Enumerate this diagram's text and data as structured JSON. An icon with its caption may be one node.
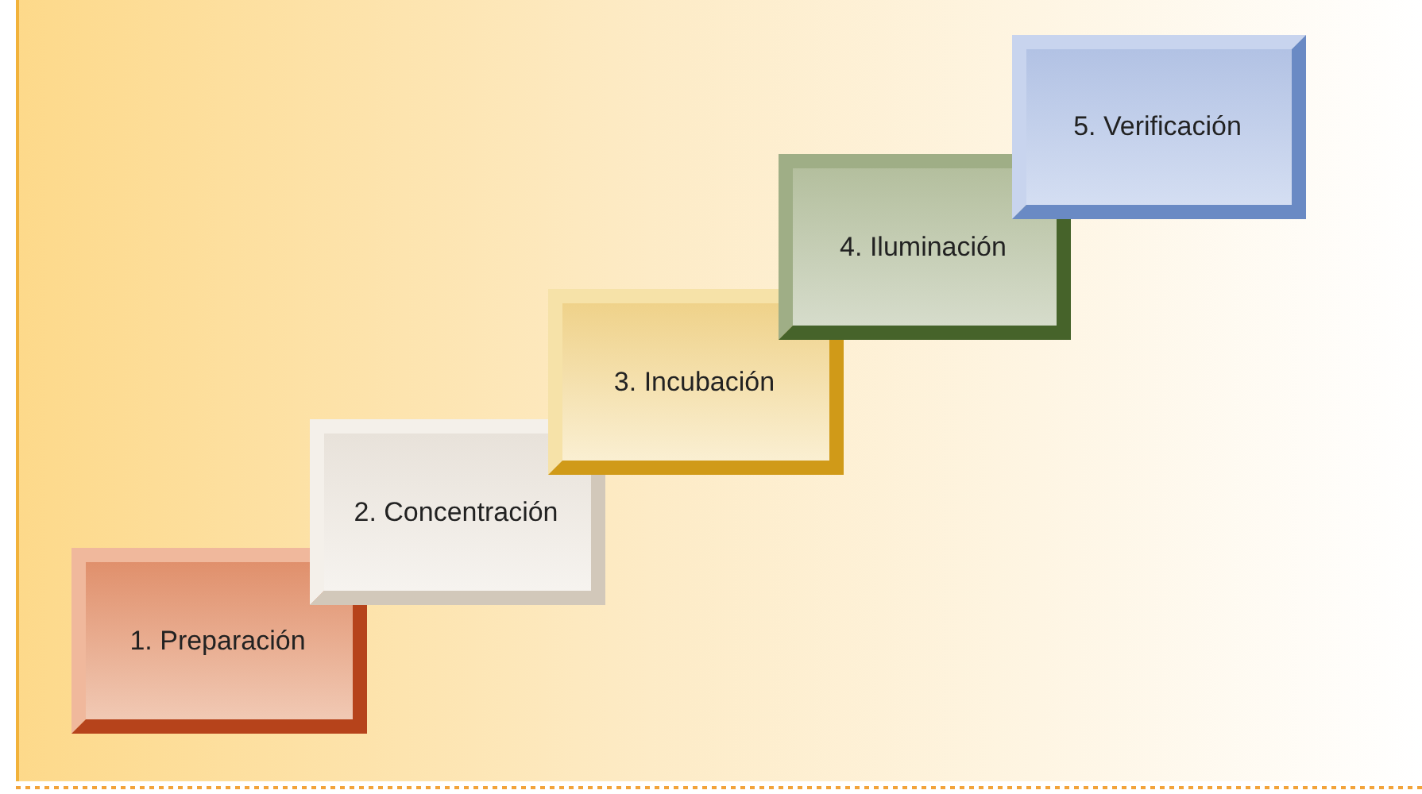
{
  "diagram": {
    "nodes": [
      {
        "text": [
          "1. Preparación"
        ]
      },
      {
        "text": [
          "2. Concentración"
        ]
      },
      {
        "text": [
          "3. Incubación"
        ]
      },
      {
        "text": [
          "4. Iluminación"
        ]
      },
      {
        "text": [
          "5. Verificación"
        ]
      }
    ]
  }
}
